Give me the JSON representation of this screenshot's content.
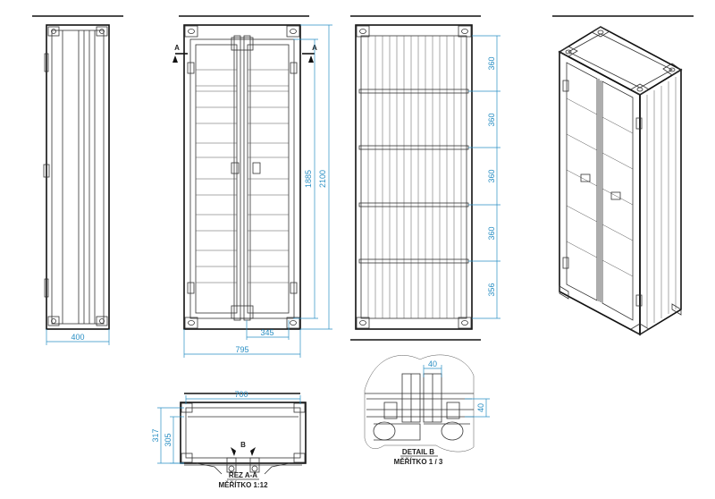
{
  "views": {
    "side": {
      "width_dim": "400"
    },
    "front": {
      "section_marker": "A",
      "inner_height_dim": "1885",
      "total_height_dim": "2100",
      "door_width_dim": "345",
      "total_width_dim": "795"
    },
    "back": {
      "shelf_dims": [
        "360",
        "360",
        "360",
        "360",
        "356"
      ]
    },
    "section": {
      "top_width_dim": "700",
      "outer_height_dim": "317",
      "inner_height_dim": "305",
      "detail_marker": "B",
      "title_line1": "ŘEZ A-A",
      "title_line2": "MĚŘÍTKO 1:12"
    },
    "detail": {
      "width_dim": "40",
      "height_dim": "40",
      "title_line1": "DETAIL B",
      "title_line2": "MĚŘÍTKO 1 / 3"
    }
  },
  "colors": {
    "dimension": "#2a8fc4",
    "line": "#333333"
  }
}
